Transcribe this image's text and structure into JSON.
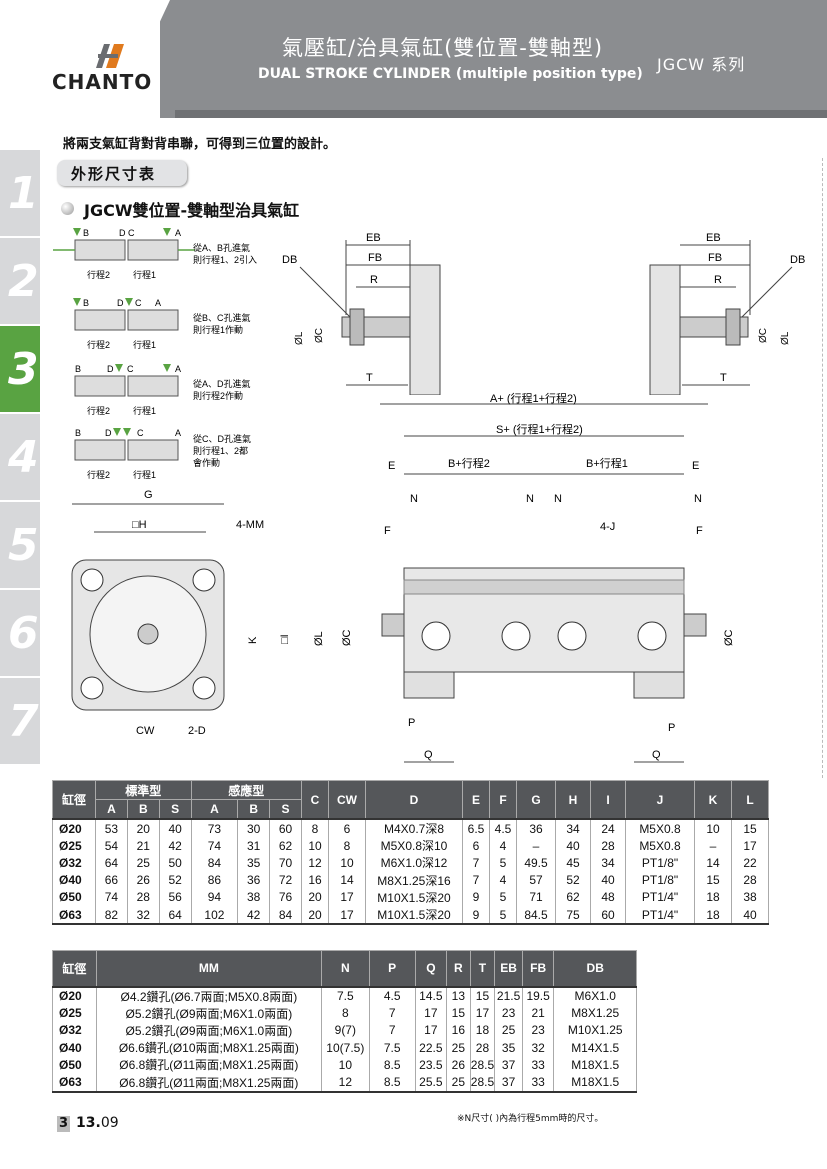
{
  "header": {
    "title_zh": "氣壓缸/治具氣缸(雙位置-雙軸型)",
    "title_en": "DUAL STROKE CYLINDER (multiple position type)",
    "series": "JGCW 系列"
  },
  "brand": {
    "logo": "CHANTO"
  },
  "side_tabs": [
    "1",
    "2",
    "3",
    "4",
    "5",
    "6",
    "7"
  ],
  "active_tab": "3",
  "intro": "將兩支氣缸背對背串聯，可得到三位置的設計。",
  "section_title": "外形尺寸表",
  "subtitle": "JGCW雙位置-雙軸型治具氣缸",
  "position_diagrams": [
    {
      "ports": [
        "B",
        "D",
        "C",
        "A"
      ],
      "strokes": [
        "行程2",
        "行程1"
      ],
      "note": [
        "從A、B孔進氣",
        "則行程1、2引入"
      ]
    },
    {
      "ports": [
        "B",
        "D",
        "C",
        "A"
      ],
      "strokes": [
        "行程2",
        "行程1"
      ],
      "note": [
        "從B、C孔進氣",
        "則行程1作動"
      ]
    },
    {
      "ports": [
        "B",
        "D",
        "C",
        "A"
      ],
      "strokes": [
        "行程2",
        "行程1"
      ],
      "note": [
        "從A、D孔進氣",
        "則行程2作動"
      ]
    },
    {
      "ports": [
        "B",
        "D",
        "C",
        "A"
      ],
      "strokes": [
        "行程2",
        "行程1"
      ],
      "note": [
        "從C、D孔進氣",
        "則行程1、2都",
        "會作動"
      ]
    }
  ],
  "dim_labels": {
    "EB": "EB",
    "FB": "FB",
    "R": "R",
    "DB": "DB",
    "OL": "ØL",
    "OC": "ØC",
    "T": "T",
    "A": "A+ (行程1+行程2)",
    "S": "S+ (行程1+行程2)",
    "E": "E",
    "B2": "B+行程2",
    "B1": "B+行程1",
    "N": "N",
    "F": "F",
    "J": "4-J",
    "P": "P",
    "Q": "Q",
    "G": "G",
    "H": "□H",
    "MM": "4-MM",
    "K": "K",
    "I": "□I",
    "CW": "CW",
    "D": "2-D"
  },
  "table1": {
    "header_top": [
      "缸徑",
      "標準型",
      "感應型",
      "C",
      "CW",
      "D",
      "E",
      "F",
      "G",
      "H",
      "I",
      "J",
      "K",
      "L"
    ],
    "header_sub": [
      "A",
      "B",
      "S",
      "A",
      "B",
      "S"
    ],
    "rows": [
      [
        "Ø20",
        "53",
        "20",
        "40",
        "73",
        "30",
        "60",
        "8",
        "6",
        "M4X0.7深8",
        "6.5",
        "4.5",
        "36",
        "34",
        "24",
        "M5X0.8",
        "10",
        "15"
      ],
      [
        "Ø25",
        "54",
        "21",
        "42",
        "74",
        "31",
        "62",
        "10",
        "8",
        "M5X0.8深10",
        "6",
        "4",
        "–",
        "40",
        "28",
        "M5X0.8",
        "–",
        "17"
      ],
      [
        "Ø32",
        "64",
        "25",
        "50",
        "84",
        "35",
        "70",
        "12",
        "10",
        "M6X1.0深12",
        "7",
        "5",
        "49.5",
        "45",
        "34",
        "PT1/8\"",
        "14",
        "22"
      ],
      [
        "Ø40",
        "66",
        "26",
        "52",
        "86",
        "36",
        "72",
        "16",
        "14",
        "M8X1.25深16",
        "7",
        "4",
        "57",
        "52",
        "40",
        "PT1/8\"",
        "15",
        "28"
      ],
      [
        "Ø50",
        "74",
        "28",
        "56",
        "94",
        "38",
        "76",
        "20",
        "17",
        "M10X1.5深20",
        "9",
        "5",
        "71",
        "62",
        "48",
        "PT1/4\"",
        "18",
        "38"
      ],
      [
        "Ø63",
        "82",
        "32",
        "64",
        "102",
        "42",
        "84",
        "20",
        "17",
        "M10X1.5深20",
        "9",
        "5",
        "84.5",
        "75",
        "60",
        "PT1/4\"",
        "18",
        "40"
      ]
    ]
  },
  "table2": {
    "header": [
      "缸徑",
      "MM",
      "N",
      "P",
      "Q",
      "R",
      "T",
      "EB",
      "FB",
      "DB"
    ],
    "rows": [
      [
        "Ø20",
        "Ø4.2鑽孔(Ø6.7兩面;M5X0.8兩面)",
        "7.5",
        "4.5",
        "14.5",
        "13",
        "15",
        "21.5",
        "19.5",
        "M6X1.0"
      ],
      [
        "Ø25",
        "Ø5.2鑽孔(Ø9兩面;M6X1.0兩面)",
        "8",
        "7",
        "17",
        "15",
        "17",
        "23",
        "21",
        "M8X1.25"
      ],
      [
        "Ø32",
        "Ø5.2鑽孔(Ø9兩面;M6X1.0兩面)",
        "9(7)",
        "7",
        "17",
        "16",
        "18",
        "25",
        "23",
        "M10X1.25"
      ],
      [
        "Ø40",
        "Ø6.6鑽孔(Ø10兩面;M8X1.25兩面)",
        "10(7.5)",
        "7.5",
        "22.5",
        "25",
        "28",
        "35",
        "32",
        "M14X1.5"
      ],
      [
        "Ø50",
        "Ø6.8鑽孔(Ø11兩面;M8X1.25兩面)",
        "10",
        "8.5",
        "23.5",
        "26",
        "28.5",
        "37",
        "33",
        "M18X1.5"
      ],
      [
        "Ø63",
        "Ø6.8鑽孔(Ø11兩面;M8X1.25兩面)",
        "12",
        "8.5",
        "25.5",
        "25",
        "28.5",
        "37",
        "33",
        "M18X1.5"
      ]
    ]
  },
  "footnote": "※N尺寸( )內為行程5mm時的尺寸。",
  "page": {
    "section": "3",
    "number": "13.",
    "sub": "09"
  }
}
